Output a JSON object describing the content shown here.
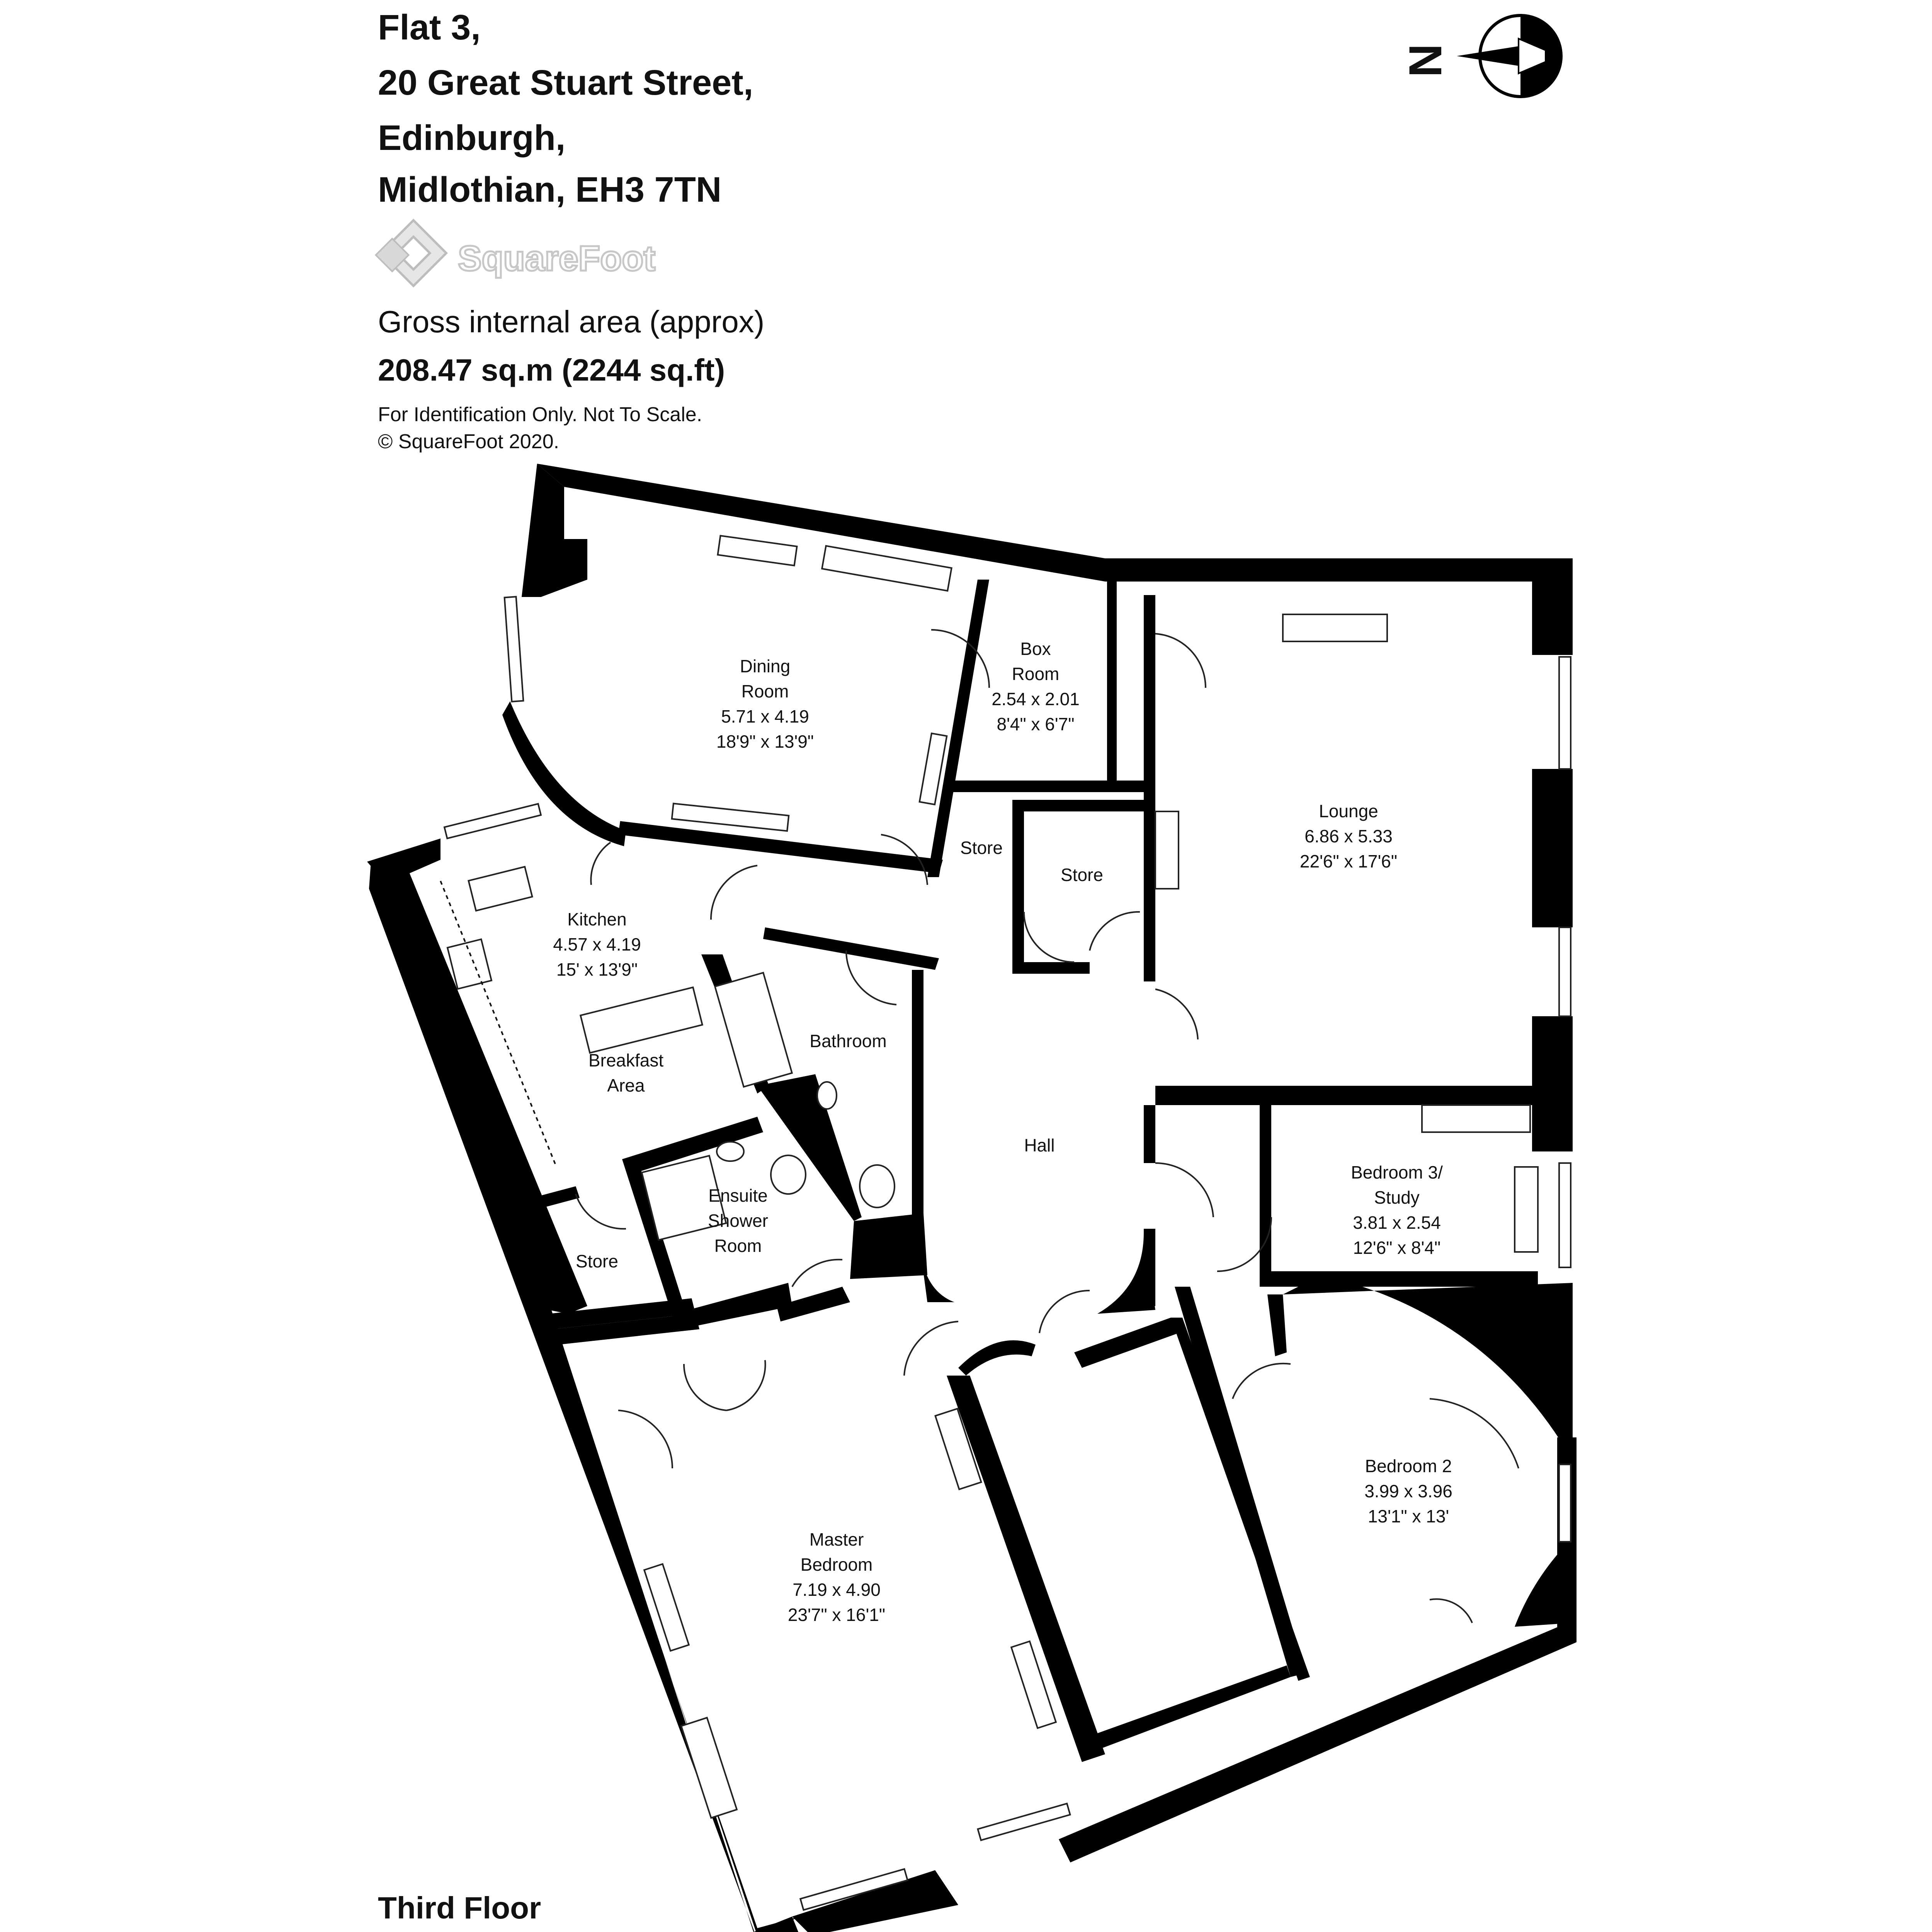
{
  "header": {
    "address_lines": [
      "Flat 3,",
      "20 Great Stuart Street,",
      "Edinburgh,",
      "Midlothian, EH3 7TN"
    ],
    "logo_text": "SquareFoot",
    "area_label": "Gross internal area (approx)",
    "area_value": "208.47 sq.m (2244 sq.ft)",
    "notes": [
      "For Identification Only. Not To Scale.",
      "© SquareFoot 2020."
    ]
  },
  "compass": {
    "label": "N",
    "icon": "north-arrow-icon"
  },
  "floor_label": "Third Floor",
  "rooms": {
    "dining": [
      "Dining",
      "Room",
      "5.71 x 4.19",
      "18'9\" x 13'9\""
    ],
    "box": [
      "Box",
      "Room",
      "2.54 x 2.01",
      "8'4\" x 6'7\""
    ],
    "lounge": [
      "Lounge",
      "6.86 x 5.33",
      "22'6\" x 17'6\""
    ],
    "store_small": [
      "Store"
    ],
    "store_hall": [
      "Store"
    ],
    "kitchen": [
      "Kitchen",
      "4.57 x 4.19",
      "15' x 13'9\""
    ],
    "breakfast": [
      "Breakfast",
      "Area"
    ],
    "bathroom": [
      "Bathroom"
    ],
    "hall": [
      "Hall"
    ],
    "ensuite": [
      "Ensuite",
      "Shower",
      "Room"
    ],
    "store_kitchen": [
      "Store"
    ],
    "bedroom3": [
      "Bedroom 3/",
      "Study",
      "3.81 x 2.54",
      "12'6\" x 8'4\""
    ],
    "bedroom2": [
      "Bedroom 2",
      "3.99 x 3.96",
      "13'1\" x 13'"
    ],
    "master": [
      "Master",
      "Bedroom",
      "7.19 x 4.90",
      "23'7\" x 16'1\""
    ]
  }
}
